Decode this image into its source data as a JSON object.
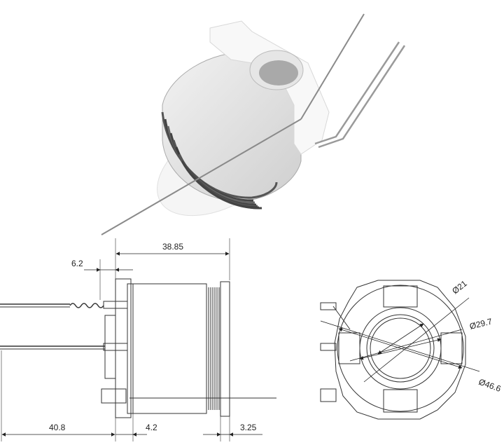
{
  "dimensions": {
    "overall_length": "38.85",
    "flange_offset": "6.2",
    "lead_length": "40.8",
    "flange_width": "4.2",
    "end_flange": "3.25",
    "inner_diameter": "Ø21",
    "bore_diameter": "Ø29.7",
    "outer_diameter": "Ø46.6"
  },
  "colors": {
    "line": "#333333",
    "coil_dark": "#5a5a5a",
    "coil_light": "#d8d8d8",
    "bobbin": "#f4f4f4"
  }
}
